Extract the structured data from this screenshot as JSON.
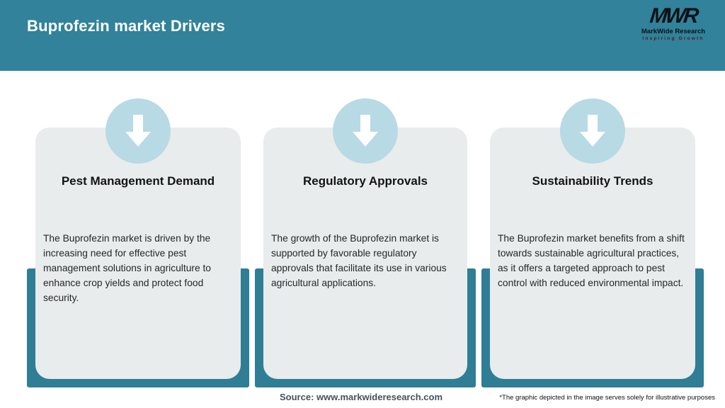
{
  "header": {
    "title": "Buprofezin market Drivers",
    "logo": {
      "acronym": "MWR",
      "name": "MarkWide Research",
      "tagline": "Inspiring Growth"
    }
  },
  "cards": [
    {
      "title": "Pest Management Demand",
      "body": "The Buprofezin market is driven by the increasing need for effective pest management solutions in agriculture to enhance crop yields and protect food security.",
      "icon": "down-arrow-icon"
    },
    {
      "title": "Regulatory Approvals",
      "body": "The growth of the Buprofezin market is supported by favorable regulatory approvals that facilitate its use in various agricultural applications.",
      "icon": "down-arrow-icon"
    },
    {
      "title": "Sustainability Trends",
      "body": "The Buprofezin market benefits from a shift towards sustainable agricultural practices, as it offers a targeted approach to pest control with reduced environmental impact.",
      "icon": "down-arrow-icon"
    }
  ],
  "footer": {
    "source": "Source: www.markwideresearch.com",
    "disclaimer": "*The graphic depicted in the image serves solely for illustrative purposes"
  },
  "colors": {
    "header_teal": "#31829A",
    "backing_teal": "#2F7E95",
    "card_gray": "#E9ECEC",
    "icon_circle_blue": "#B7DAE5",
    "arrow_white": "#FFFFFF",
    "source_text": "#47525B",
    "tagline_red": "#4D1A14"
  }
}
